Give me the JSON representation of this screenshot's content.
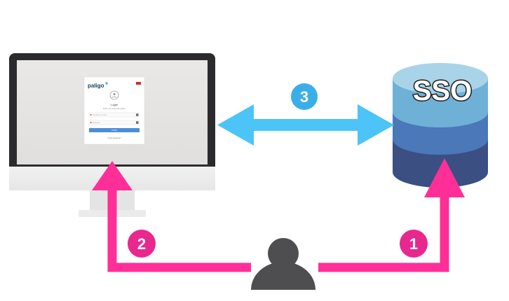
{
  "steps": [
    {
      "number": "1",
      "color": "#e8288f"
    },
    {
      "number": "2",
      "color": "#e8288f"
    },
    {
      "number": "3",
      "color": "#3aaee8"
    }
  ],
  "database": {
    "label": "SSO"
  },
  "login_window": {
    "brand": "paligo",
    "title": "Login",
    "subtitle": "Enter your login information",
    "username_placeholder": "Username or email",
    "password_placeholder": "Password",
    "button_label": "LOGIN",
    "forgot_link": "Forgot password?"
  },
  "colors": {
    "pink_arrow": "#ff2f97",
    "blue_arrow": "#4cc4f8",
    "monitor_frame": "#2b2b2d",
    "db_top": "#a9d3e8",
    "db_band1": "#6fb0d6",
    "db_band2": "#4a78b8",
    "db_band3": "#3b4f82",
    "user_icon": "#4e4e50"
  }
}
